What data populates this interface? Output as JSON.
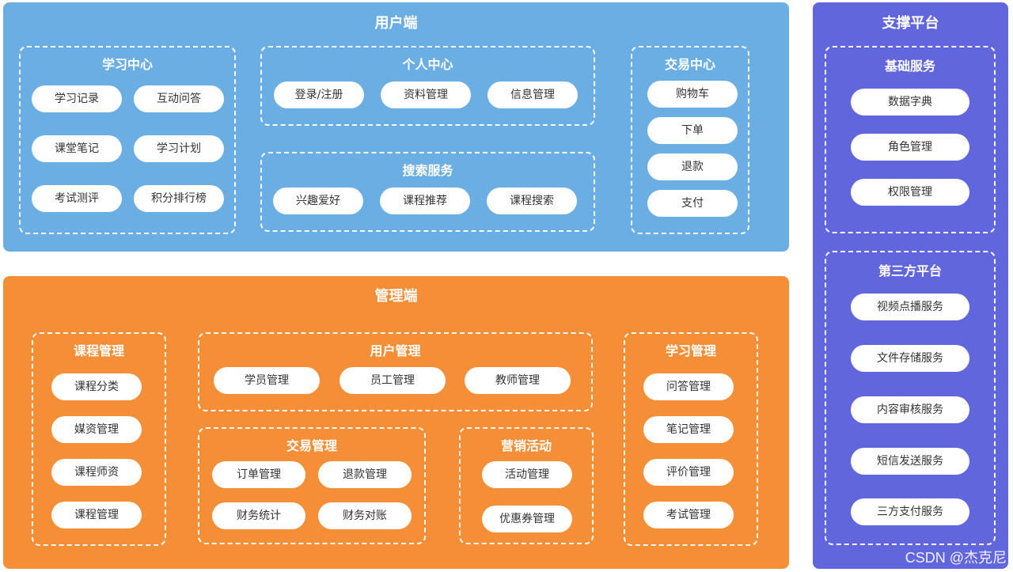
{
  "user_panel": {
    "title": "用户端",
    "study_center": {
      "title": "学习中心",
      "items": [
        "学习记录",
        "互动问答",
        "课堂笔记",
        "学习计划",
        "考试测评",
        "积分排行榜"
      ]
    },
    "personal_center": {
      "title": "个人中心",
      "items": [
        "登录/注册",
        "资料管理",
        "信息管理"
      ]
    },
    "search_service": {
      "title": "搜索服务",
      "items": [
        "兴趣爱好",
        "课程推荐",
        "课程搜索"
      ]
    },
    "trade_center": {
      "title": "交易中心",
      "items": [
        "购物车",
        "下单",
        "退款",
        "支付"
      ]
    }
  },
  "admin_panel": {
    "title": "管理端",
    "course_mgmt": {
      "title": "课程管理",
      "items": [
        "课程分类",
        "媒资管理",
        "课程师资",
        "课程管理"
      ]
    },
    "user_mgmt": {
      "title": "用户管理",
      "items": [
        "学员管理",
        "员工管理",
        "教师管理"
      ]
    },
    "trade_mgmt": {
      "title": "交易管理",
      "items": [
        "订单管理",
        "退款管理",
        "财务统计",
        "财务对账"
      ]
    },
    "marketing": {
      "title": "营销活动",
      "items": [
        "活动管理",
        "优惠券管理"
      ]
    },
    "study_mgmt": {
      "title": "学习管理",
      "items": [
        "问答管理",
        "笔记管理",
        "评价管理",
        "考试管理"
      ]
    }
  },
  "support_panel": {
    "title": "支撑平台",
    "basic_service": {
      "title": "基础服务",
      "items": [
        "数据字典",
        "角色管理",
        "权限管理"
      ]
    },
    "third_party": {
      "title": "第三方平台",
      "items": [
        "视频点播服务",
        "文件存储服务",
        "内容审核服务",
        "短信发送服务",
        "三方支付服务"
      ]
    }
  },
  "watermark": "CSDN @杰克尼",
  "colors": {
    "user_panel": "#6aaee3",
    "admin_panel": "#f48f37",
    "support_panel": "#6266dd",
    "pill": "#ffffff"
  }
}
